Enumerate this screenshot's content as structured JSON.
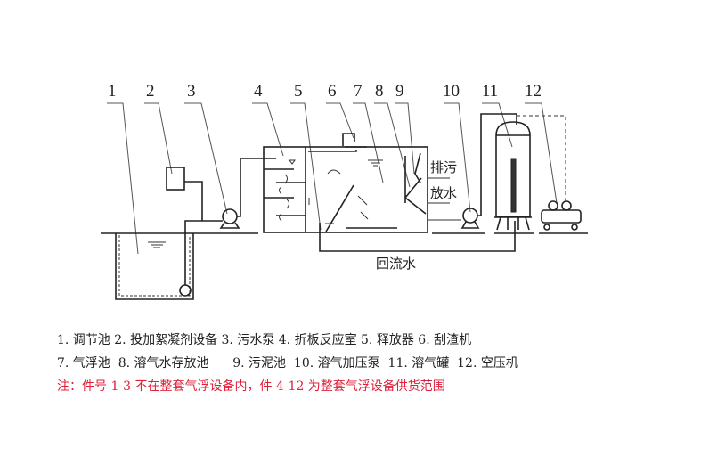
{
  "diagram": {
    "numbers": [
      "1",
      "2",
      "3",
      "4",
      "5",
      "6",
      "7",
      "8",
      "9",
      "10",
      "11",
      "12"
    ],
    "labels": {
      "sludge_out": "排污",
      "water_out": "放水",
      "return_water": "回流水"
    }
  },
  "legend": {
    "line1": "1. 调节池  2. 投加絮凝剂设备  3. 污水泵  4. 折板反应室  5. 释放器  6. 刮渣机",
    "line2": "7. 气浮池  8. 溶气水存放池      9. 污泥池  10. 溶气加压泵  11. 溶气罐  12. 空压机",
    "note": "注：件号 1-3 不在整套气浮设备内，件 4-12 为整套气浮设备供货范围"
  },
  "colors": {
    "note": "#e0203a",
    "line": "#222222"
  }
}
